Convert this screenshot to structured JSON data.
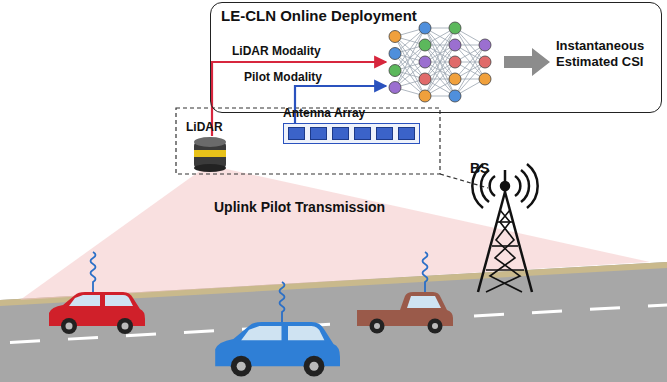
{
  "diagram": {
    "nodes": [
      {
        "text": [
          "LE-CLN Online Deployment"
        ]
      },
      {
        "text": [
          "LiDAR"
        ]
      },
      {
        "text": [
          "Antenna Array"
        ]
      }
    ],
    "labels": [
      "LiDAR Modality",
      "Pilot Modality",
      "Instantaneous Estimated CSI",
      "BS",
      "Uplink Pilot Transmission"
    ]
  }
}
